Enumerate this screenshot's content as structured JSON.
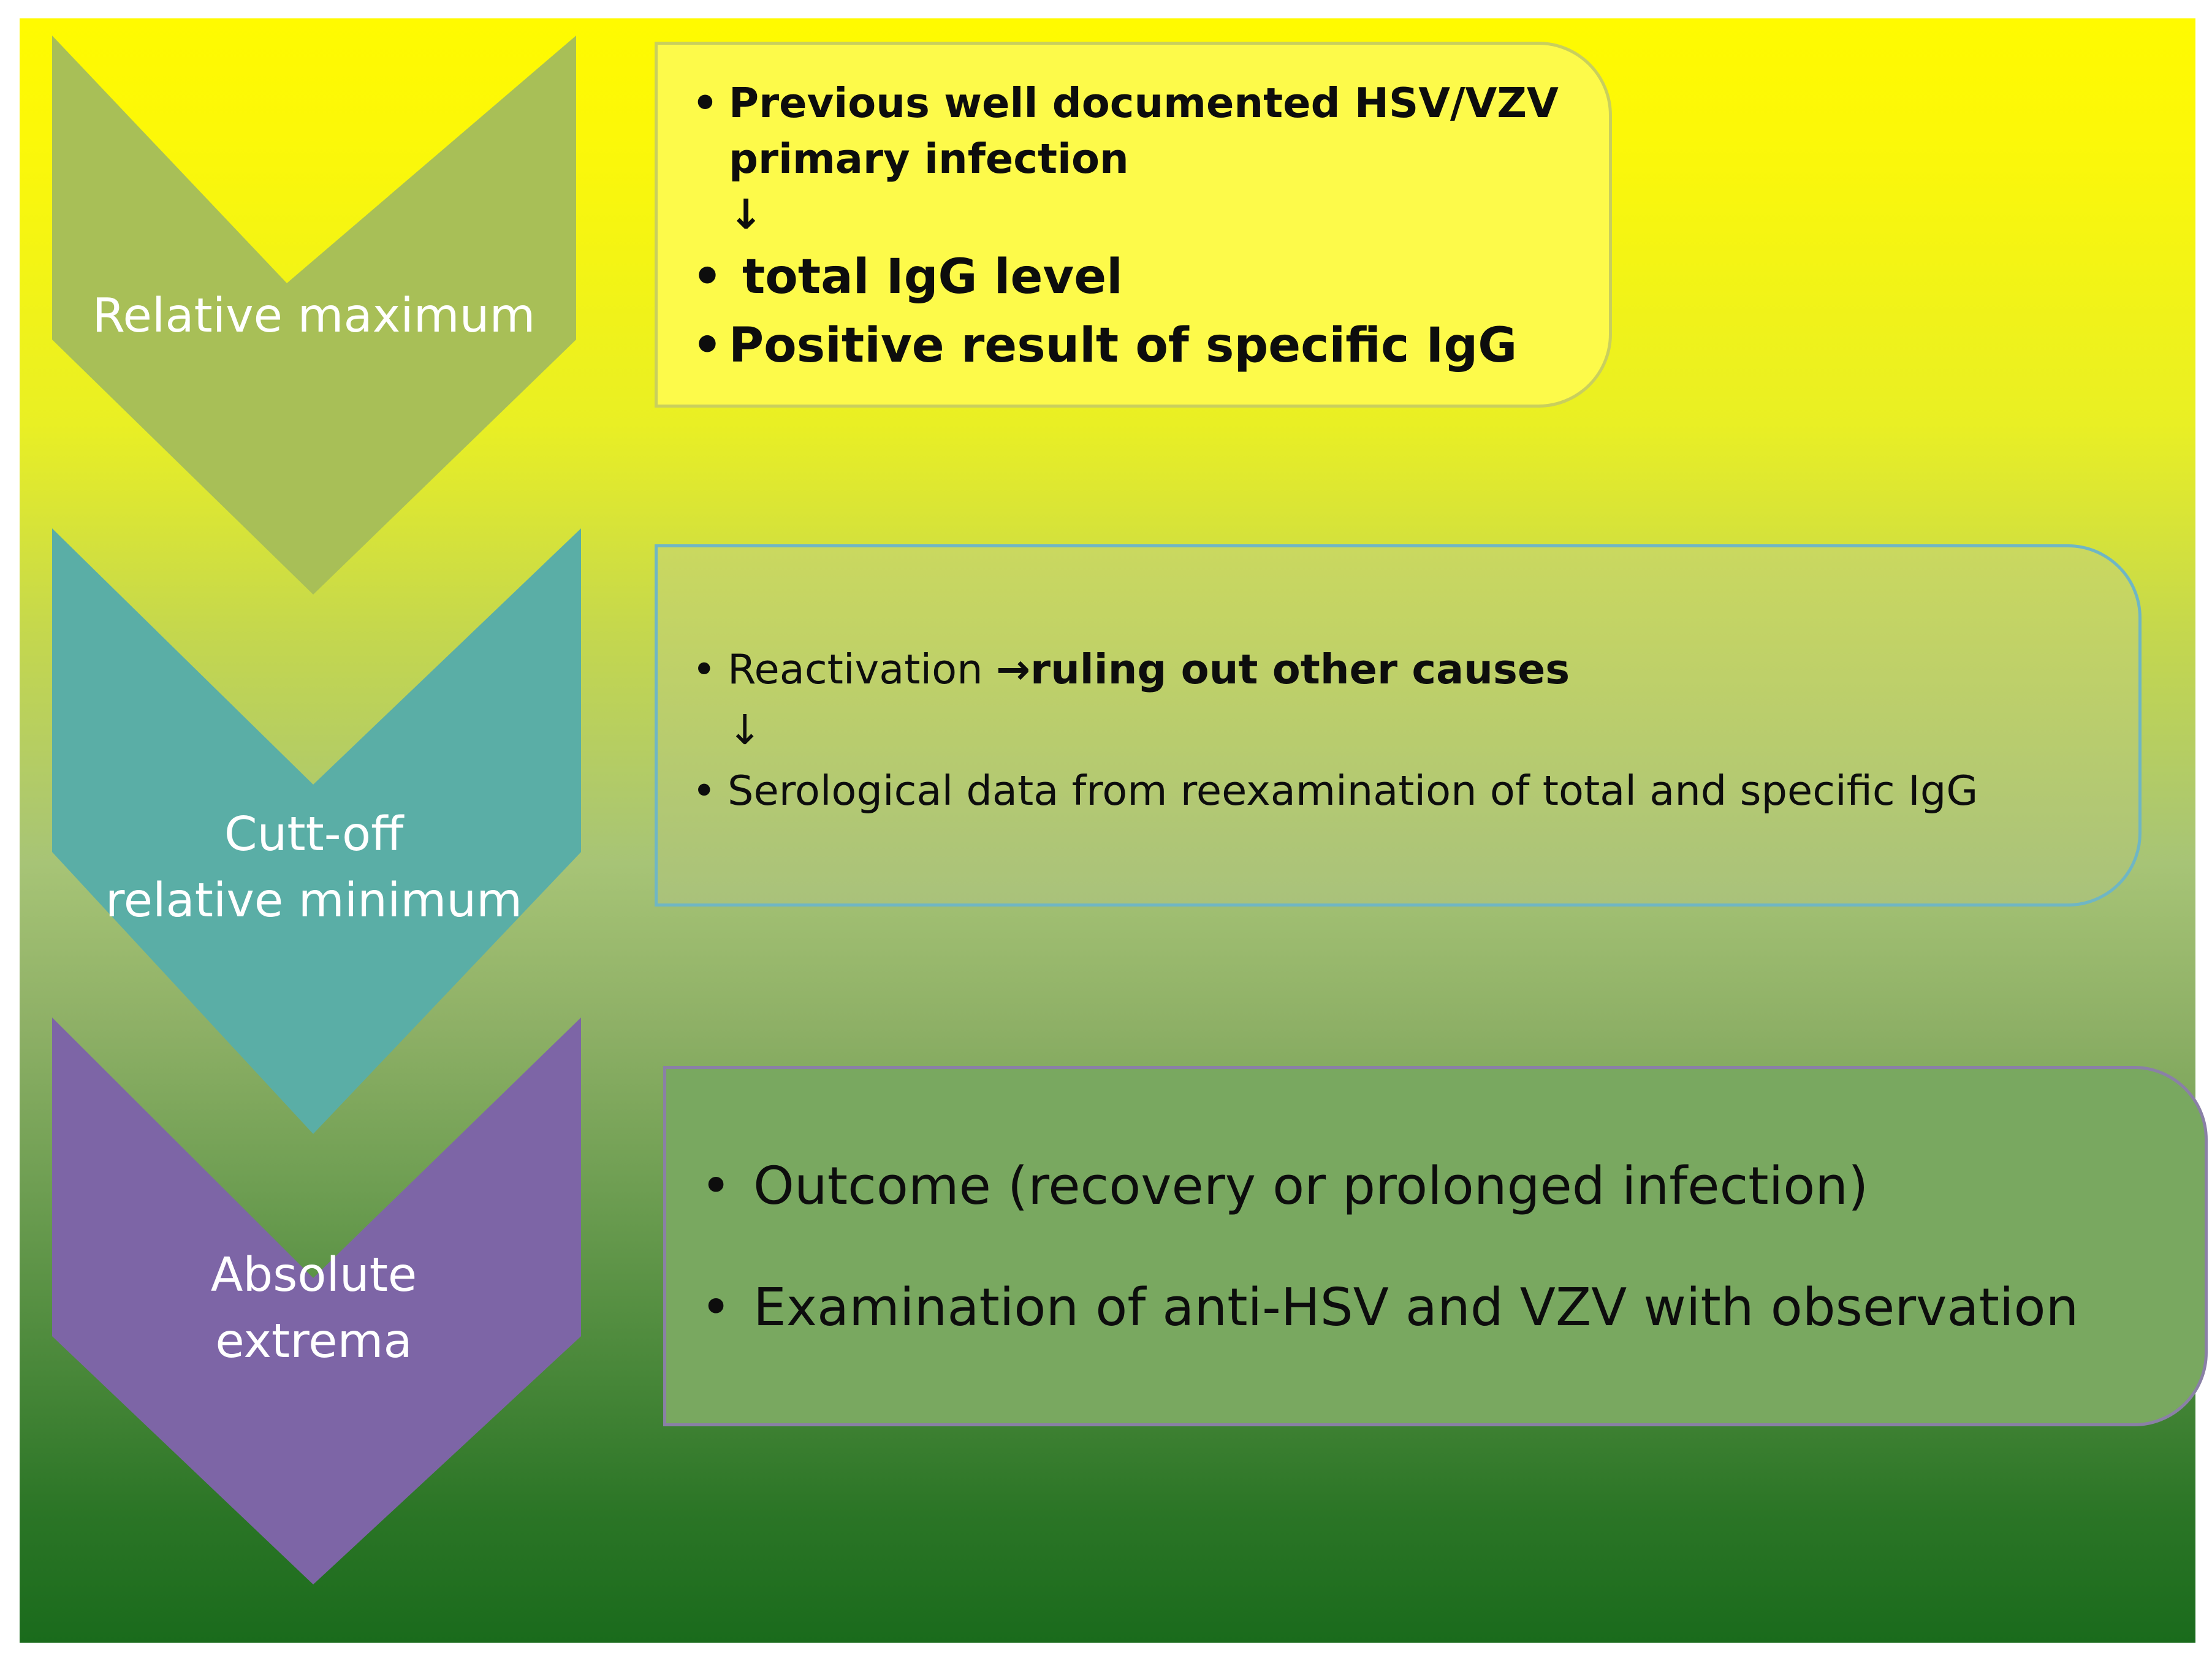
{
  "stages": [
    {
      "label_lines": [
        "Relative maximum"
      ],
      "color": "#a8bf57"
    },
    {
      "label_lines": [
        "Cutt-off",
        "relative minimum"
      ],
      "color": "#5aaea6"
    },
    {
      "label_lines": [
        "Absolute",
        "extrema"
      ],
      "color": "#7d65a6"
    }
  ],
  "box1": {
    "item1_lines": [
      "Previous well documented HSV/VZV",
      "primary infection"
    ],
    "arrow": "↓",
    "item2": "total IgG level",
    "item3": "Positive result  of specific IgG"
  },
  "box2": {
    "item1_plain": "Reactivation ",
    "item1_arrow": "→",
    "item1_bold": "ruling out other causes",
    "arrow": "↓",
    "item2": "Serological  data from reexamination of total and specific IgG"
  },
  "box3": {
    "item1": "Outcome (recovery or prolonged infection)",
    "item2": "Examination of anti-HSV and VZV with observation"
  },
  "bullet_char": "•"
}
